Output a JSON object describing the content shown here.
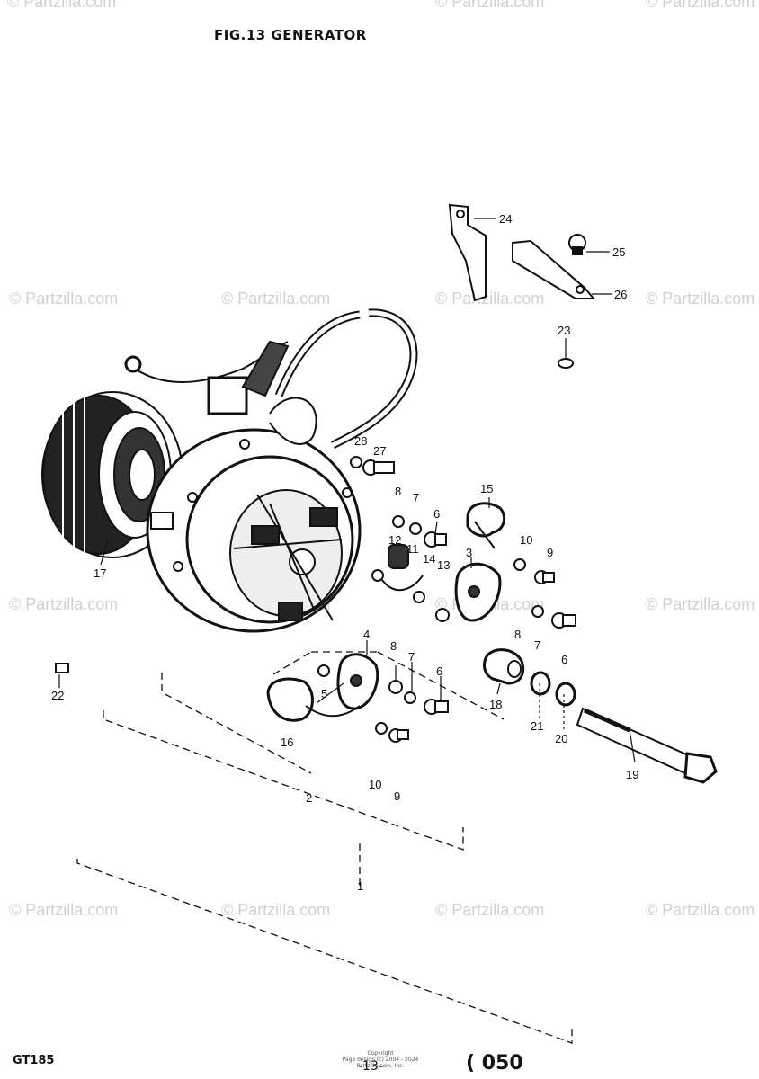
{
  "figure_title": "FIG.13 GENERATOR",
  "footer": {
    "model": "GT185",
    "page": "-13-",
    "code": "( 050",
    "copyright_line1": "Copyright",
    "copyright_line2": "Page design (c) 2004 - 2024 Partzilla.com, Inc."
  },
  "watermark_text": "© Partzilla.com",
  "callouts": [
    {
      "id": "c1",
      "text": "1"
    },
    {
      "id": "c2",
      "text": "2"
    },
    {
      "id": "c3",
      "text": "3"
    },
    {
      "id": "c4",
      "text": "4"
    },
    {
      "id": "c5",
      "text": "5"
    },
    {
      "id": "c6a",
      "text": "6"
    },
    {
      "id": "c6b",
      "text": "6"
    },
    {
      "id": "c6c",
      "text": "6"
    },
    {
      "id": "c7a",
      "text": "7"
    },
    {
      "id": "c7b",
      "text": "7"
    },
    {
      "id": "c7c",
      "text": "7"
    },
    {
      "id": "c8a",
      "text": "8"
    },
    {
      "id": "c8b",
      "text": "8"
    },
    {
      "id": "c8c",
      "text": "8"
    },
    {
      "id": "c9a",
      "text": "9"
    },
    {
      "id": "c9b",
      "text": "9"
    },
    {
      "id": "c10a",
      "text": "10"
    },
    {
      "id": "c10b",
      "text": "10"
    },
    {
      "id": "c11",
      "text": "11"
    },
    {
      "id": "c12",
      "text": "12"
    },
    {
      "id": "c13",
      "text": "13"
    },
    {
      "id": "c14",
      "text": "14"
    },
    {
      "id": "c15",
      "text": "15"
    },
    {
      "id": "c16",
      "text": "16"
    },
    {
      "id": "c17",
      "text": "17"
    },
    {
      "id": "c18",
      "text": "18"
    },
    {
      "id": "c19",
      "text": "19"
    },
    {
      "id": "c20",
      "text": "20"
    },
    {
      "id": "c21",
      "text": "21"
    },
    {
      "id": "c22",
      "text": "22"
    },
    {
      "id": "c23",
      "text": "23"
    },
    {
      "id": "c24",
      "text": "24"
    },
    {
      "id": "c25",
      "text": "25"
    },
    {
      "id": "c26",
      "text": "26"
    },
    {
      "id": "c27",
      "text": "27"
    },
    {
      "id": "c28",
      "text": "28"
    }
  ]
}
